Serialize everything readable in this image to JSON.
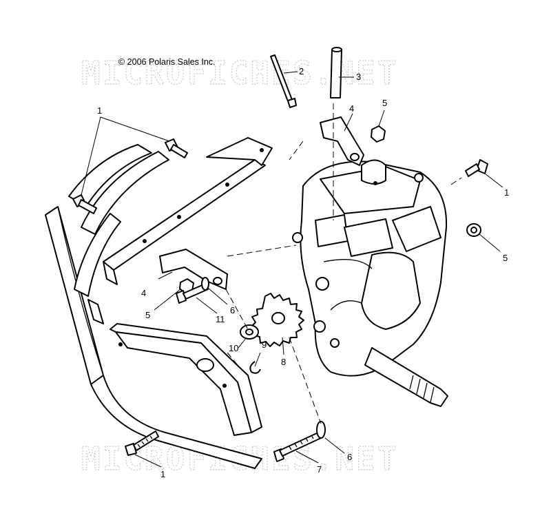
{
  "copyright": "© 2006 Polaris Sales Inc.",
  "watermark": {
    "top": "MICROFICHES.NET",
    "bottom": "MICROFICHES.NET"
  },
  "callouts": [
    "1",
    "2",
    "3",
    "4",
    "5",
    "1",
    "5",
    "4",
    "5",
    "6",
    "11",
    "10",
    "9",
    "8",
    "1",
    "7",
    "6"
  ],
  "colors": {
    "line": "#000000",
    "watermark": "#cfcfcf",
    "background": "#ffffff"
  }
}
